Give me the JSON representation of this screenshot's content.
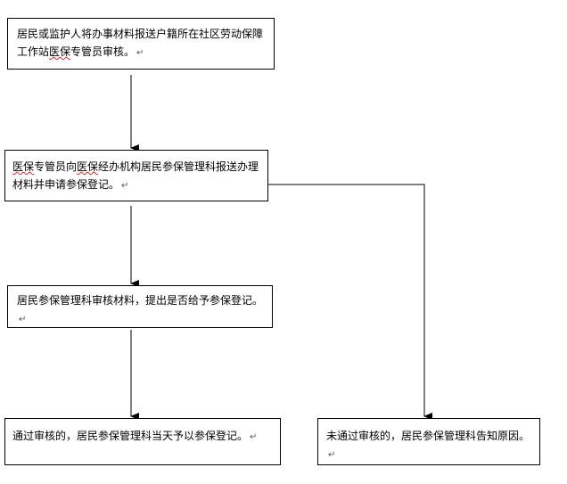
{
  "steps": {
    "step1": {
      "text_a": "居民或监护人将办事材料报送户籍所在社区劳动保障工作站",
      "text_u": "医保",
      "text_b": "专管员审核。",
      "return_mark": "↵"
    },
    "step2": {
      "text_u": "医保",
      "text_a": "专管员向",
      "text_u2": "医保",
      "text_b": "经办机构居民参保管理科报送办理材料并申请参保登记。",
      "return_mark": "↵"
    },
    "step3": {
      "text": "居民参保管理科审核材料，提出是否给予参保登记。",
      "return_mark": "↵"
    },
    "approved": {
      "text": "通过审核的，居民参保管理科当天予以参保登记。",
      "return_mark": "↵"
    },
    "rejected": {
      "text": "未通过审核的，居民参保管理科告知原因。",
      "return_mark": "↵"
    }
  },
  "colors": {
    "line": "#000000",
    "box_border": "#000000",
    "spellcheck_underline": "#d03030"
  }
}
